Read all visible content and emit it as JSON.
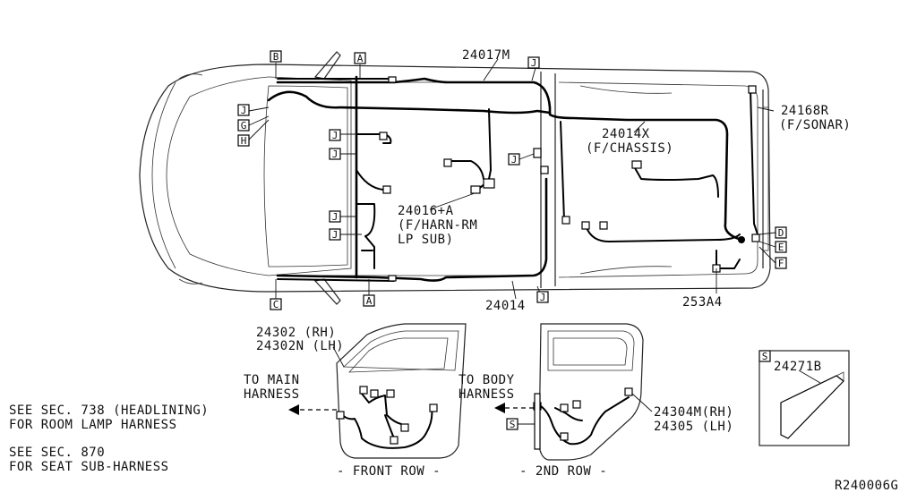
{
  "part_labels": {
    "p24017M": "24017M",
    "p24168R": "24168R",
    "p24168R_sub": "(F/SONAR)",
    "p24014X": "24014X",
    "p24014X_sub": "(F/CHASSIS)",
    "p24016A": "24016+A",
    "p24016A_sub1": "(F/HARN-RM",
    "p24016A_sub2": "LP SUB)",
    "p24014": "24014",
    "p253A4": "253A4",
    "p24302": "24302 (RH)",
    "p24302N": "24302N (LH)",
    "p24304M": "24304M(RH)",
    "p24305": "24305  (LH)",
    "p24271B": "24271B"
  },
  "connector_letters": {
    "B": "B",
    "A": "A",
    "J": "J",
    "G": "G",
    "H": "H",
    "C": "C",
    "D": "D",
    "E": "E",
    "F": "F",
    "S": "S"
  },
  "notes": {
    "to_main": "TO MAIN",
    "harness1": "HARNESS",
    "to_body": "TO BODY",
    "harness2": "HARNESS",
    "see_738": "SEE SEC. 738 (HEADLINING)",
    "room_lamp": "FOR ROOM LAMP HARNESS",
    "see_870": "SEE SEC. 870",
    "seat_sub": "FOR SEAT SUB-HARNESS",
    "front_row": "- FRONT ROW -",
    "second_row": "- 2ND ROW -",
    "diagram_id": "R240006G"
  }
}
